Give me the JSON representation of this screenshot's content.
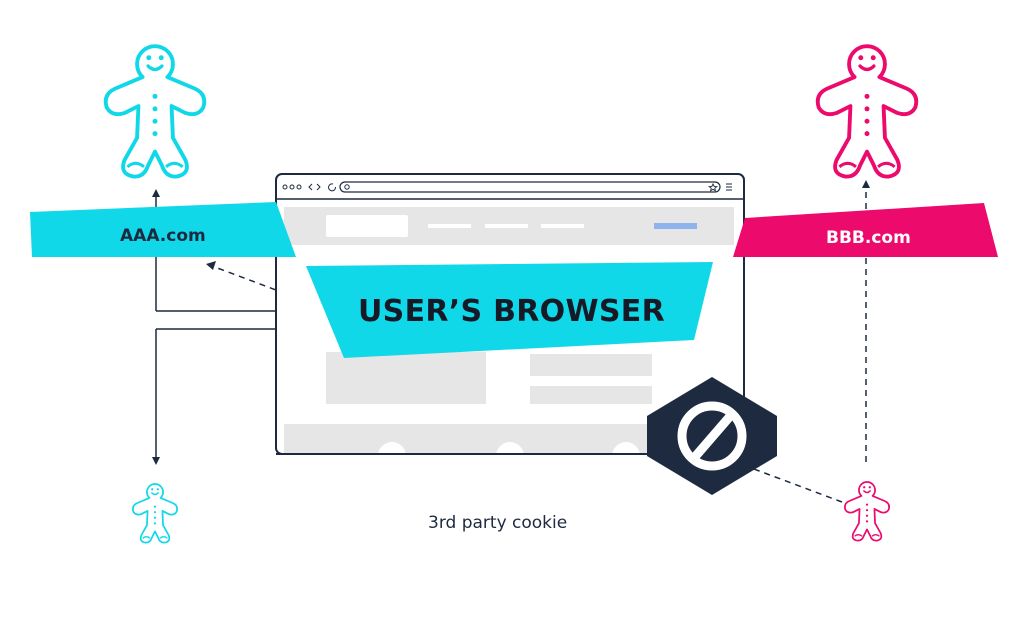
{
  "domains": {
    "left": "AAA.com",
    "right": "BBB.com"
  },
  "center_label": "USER’S BROWSER",
  "caption": "3rd party cookie",
  "colors": {
    "cyan": "#10d8e8",
    "magenta": "#ec0a6c",
    "navy": "#1d2a3f",
    "browser_gray": "#e6e6e6",
    "accent_blue": "#8fb3ec"
  },
  "icons": {
    "left_large": "gingerbread-cookie-icon",
    "right_large": "gingerbread-cookie-icon",
    "left_small": "gingerbread-cookie-icon",
    "right_small": "gingerbread-cookie-icon",
    "blocked": "block-icon"
  }
}
